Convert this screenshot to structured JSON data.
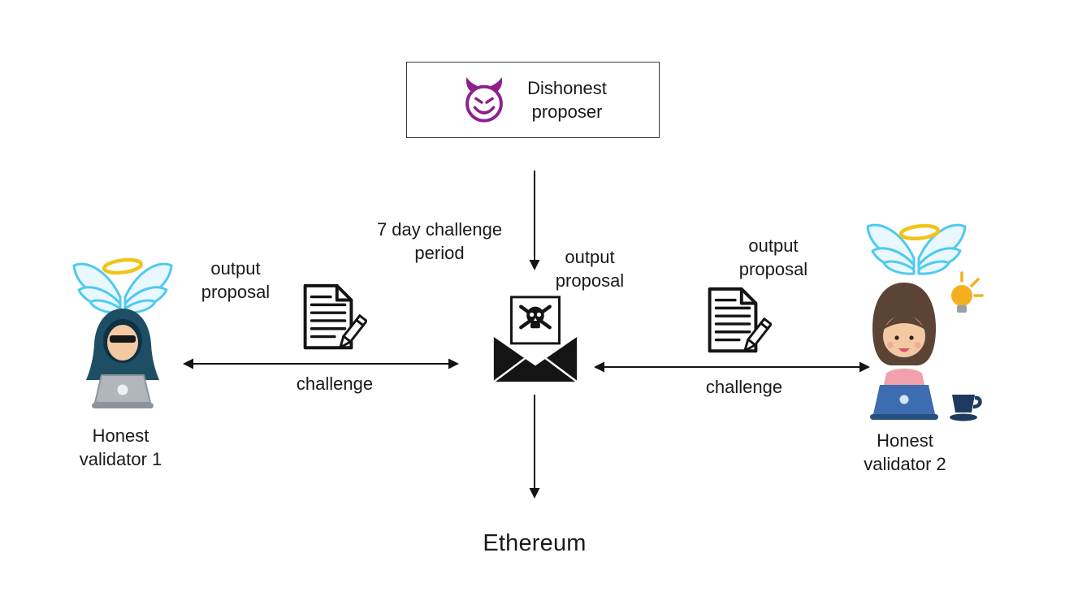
{
  "diagram": {
    "nodes": {
      "proposer": {
        "label": "Dishonest\nproposer",
        "icon": "devil-icon"
      },
      "contract": {
        "icon": "skull-envelope-icon"
      },
      "validator_1": {
        "label": "Honest\nvalidator 1",
        "icon": "hooded-hacker-angel-icon"
      },
      "validator_2": {
        "label": "Honest\nvalidator 2",
        "icon": "woman-angel-icon"
      },
      "ethereum": {
        "label": "Ethereum"
      }
    },
    "annotations": {
      "challenge_period": "7 day challenge\nperiod",
      "center_output_proposal": "output\nproposal",
      "left_output_proposal": "output\nproposal",
      "left_challenge": "challenge",
      "right_output_proposal": "output\nproposal",
      "right_challenge": "challenge"
    },
    "icons": {
      "document_left": "document-pencil-icon",
      "document_right": "document-pencil-icon"
    },
    "colors": {
      "ink": "#1a1a1a",
      "black": "#141414",
      "devil_purple": "#8e1f8c",
      "wing_blue": "#4fc9ef",
      "wing_fill": "#e8f8fe",
      "halo_gold": "#f0c419",
      "hoodie_teal": "#1d4e63",
      "hoodie_dark": "#0e3144",
      "skin": "#f3c9a2",
      "laptop_grey": "#b0b6bc",
      "hair_brown": "#5b4436",
      "blouse_pink": "#f2a0ac",
      "laptop_blue": "#3e6cb0",
      "bulb_yellow": "#f2b01e",
      "cup_navy": "#1d3a5f"
    }
  }
}
